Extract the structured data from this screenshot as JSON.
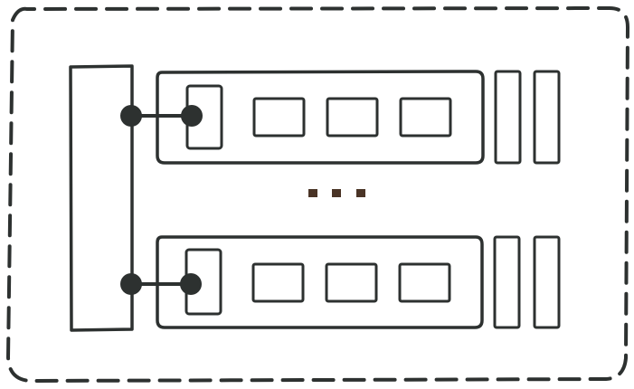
{
  "diagram": {
    "colors": {
      "container_fill": "#cce3e8",
      "outline": "#2d3130",
      "bus_fill": "#f9f6ab",
      "row_fill": "#99d1b4",
      "port_fill": "#f9f6ab",
      "connector": "#2d3130",
      "ellipsis": "#4a3426"
    },
    "container": {
      "border_style": "dashed"
    },
    "rows": [
      {
        "blocks": [
          {
            "shade": "light",
            "color": "#cfcac6"
          },
          {
            "shade": "medium",
            "color": "#9b9390"
          },
          {
            "shade": "dark",
            "color": "#655d58"
          }
        ],
        "side_bars": 2
      },
      {
        "blocks": [
          {
            "shade": "light",
            "color": "#cfcac6"
          },
          {
            "shade": "medium",
            "color": "#9b9390"
          },
          {
            "shade": "dark",
            "color": "#655d58"
          }
        ],
        "side_bars": 2
      }
    ],
    "ellipsis_dots": 3
  }
}
